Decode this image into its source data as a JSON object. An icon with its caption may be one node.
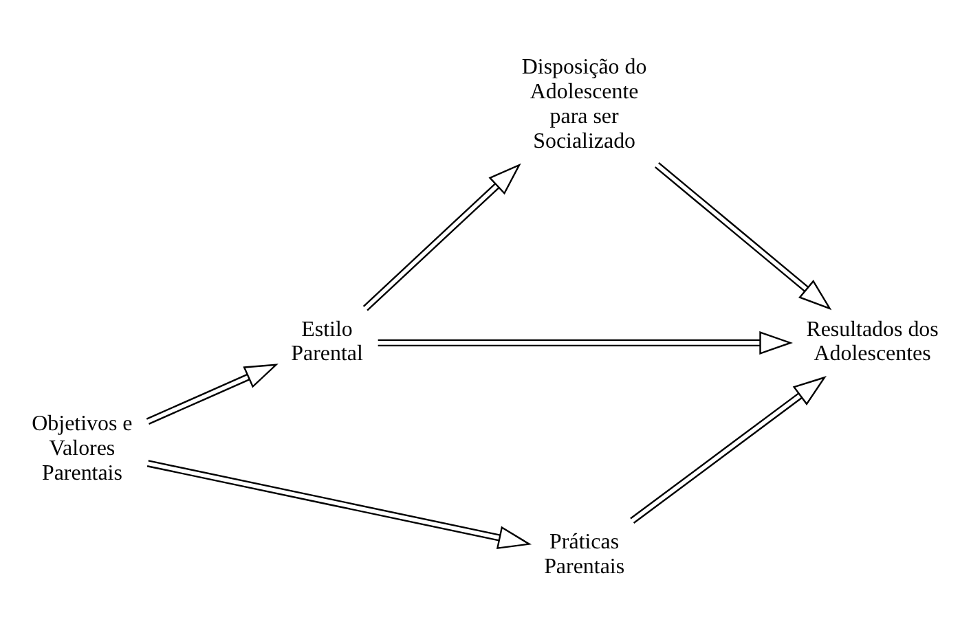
{
  "diagram": {
    "nodes": [
      {
        "text": [
          "Objetivos e Valores Parentais"
        ]
      },
      {
        "text": [
          "Estilo Parental"
        ]
      },
      {
        "text": [
          "Disposição do Adolescente para ser Socializado"
        ]
      },
      {
        "text": [
          "Práticas Parentais"
        ]
      },
      {
        "text": [
          "Resultados dos Adolescentes"
        ]
      }
    ],
    "edges": [
      {
        "from": 0,
        "to": 1,
        "arrow": "to"
      },
      {
        "from": 1,
        "to": 2,
        "arrow": "to"
      },
      {
        "from": 1,
        "to": 4,
        "arrow": "to"
      },
      {
        "from": 2,
        "to": 4,
        "arrow": "to"
      },
      {
        "from": 0,
        "to": 3,
        "arrow": "to"
      },
      {
        "from": 3,
        "to": 4,
        "arrow": "to"
      }
    ]
  }
}
